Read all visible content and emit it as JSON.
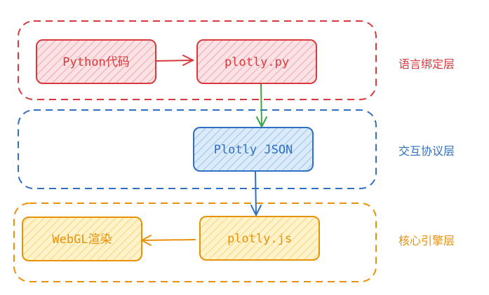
{
  "colors": {
    "red": "#d9393d",
    "red_fill": "#f7c5c9",
    "blue": "#2f6fc4",
    "blue_fill": "#b3d4f2",
    "orange": "#e8920a",
    "orange_fill": "#fde7a3",
    "green": "#3ea34a"
  },
  "layers": {
    "binding": {
      "label": "语言绑定层"
    },
    "protocol": {
      "label": "交互协议层"
    },
    "engine": {
      "label": "核心引擎层"
    }
  },
  "nodes": {
    "python_code": {
      "label": "Python代码"
    },
    "plotly_py": {
      "label": "plotly.py"
    },
    "plotly_json": {
      "label": "Plotly JSON"
    },
    "plotly_js": {
      "label": "plotly.js"
    },
    "webgl_render": {
      "label": "WebGL渲染"
    }
  }
}
